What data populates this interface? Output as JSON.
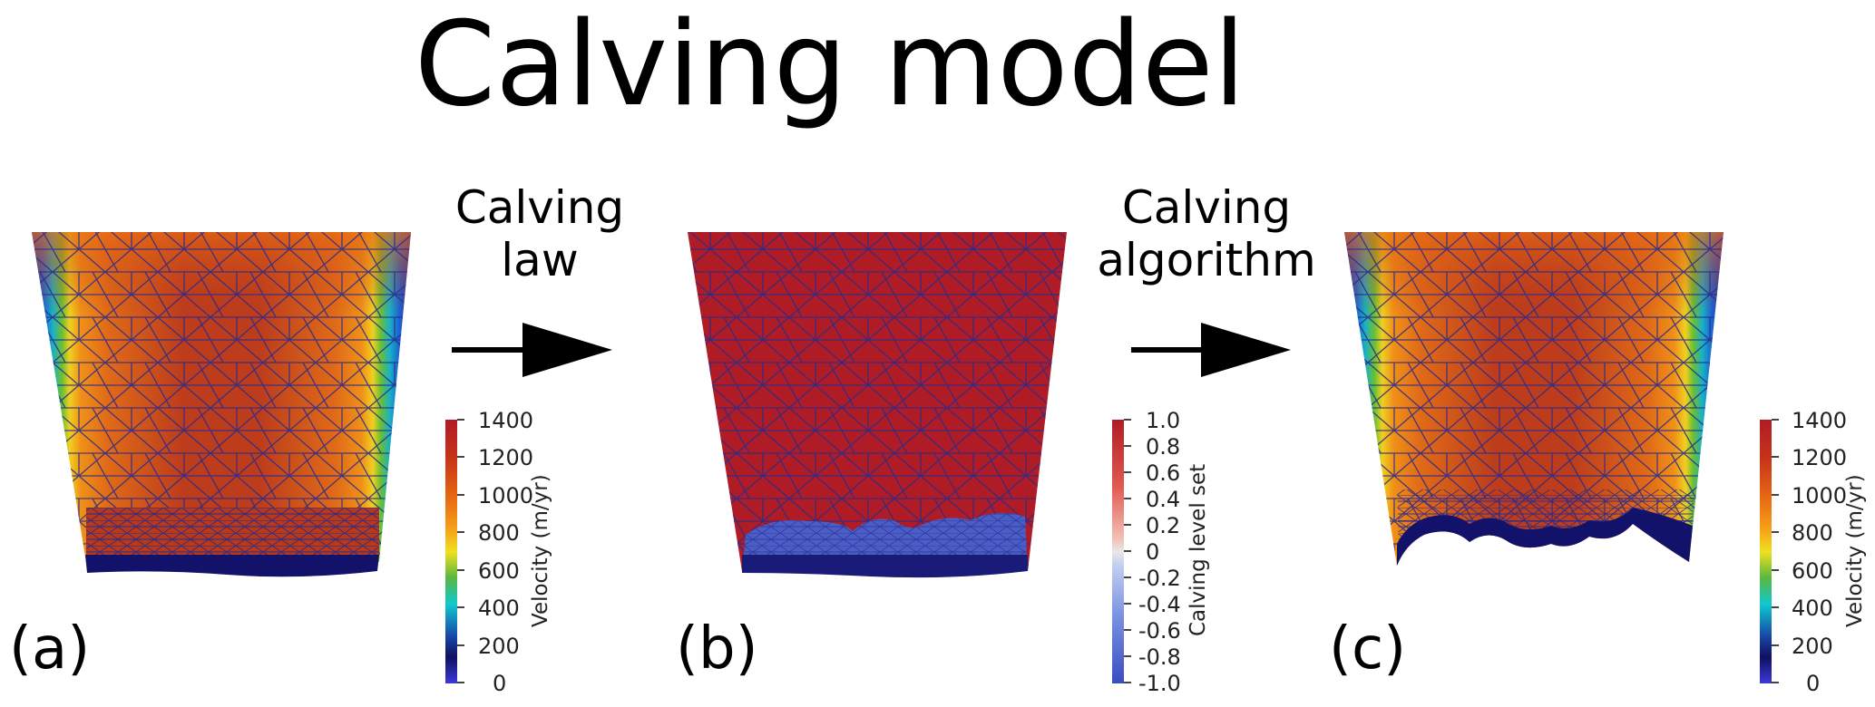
{
  "title": "Calving model",
  "steps": {
    "law": {
      "line1": "Calving",
      "line2": "law"
    },
    "algorithm": {
      "line1": "Calving",
      "line2": "algorithm"
    }
  },
  "panels": {
    "a": {
      "letter": "(a)"
    },
    "b": {
      "letter": "(b)"
    },
    "c": {
      "letter": "(c)"
    }
  },
  "colorbars": {
    "velocity": {
      "title": "Velocity (m/yr)",
      "ticks": [
        "1400",
        "1200",
        "1000",
        "800",
        "600",
        "400",
        "200",
        "0"
      ]
    },
    "levelset": {
      "title": "Calving level set",
      "ticks": [
        "1.0",
        "0.8",
        "0.6",
        "0.4",
        "0.2",
        "0",
        "-0.2",
        "-0.4",
        "-0.6",
        "-0.8",
        "-1.0"
      ]
    }
  },
  "colors": {
    "mesh_red": "#b01c26",
    "mesh_blue": "#4a5ec8",
    "mesh_line": "#2a2a8a",
    "velocity_core": "#b8381a",
    "velocity_edge": "#ea6a12"
  }
}
